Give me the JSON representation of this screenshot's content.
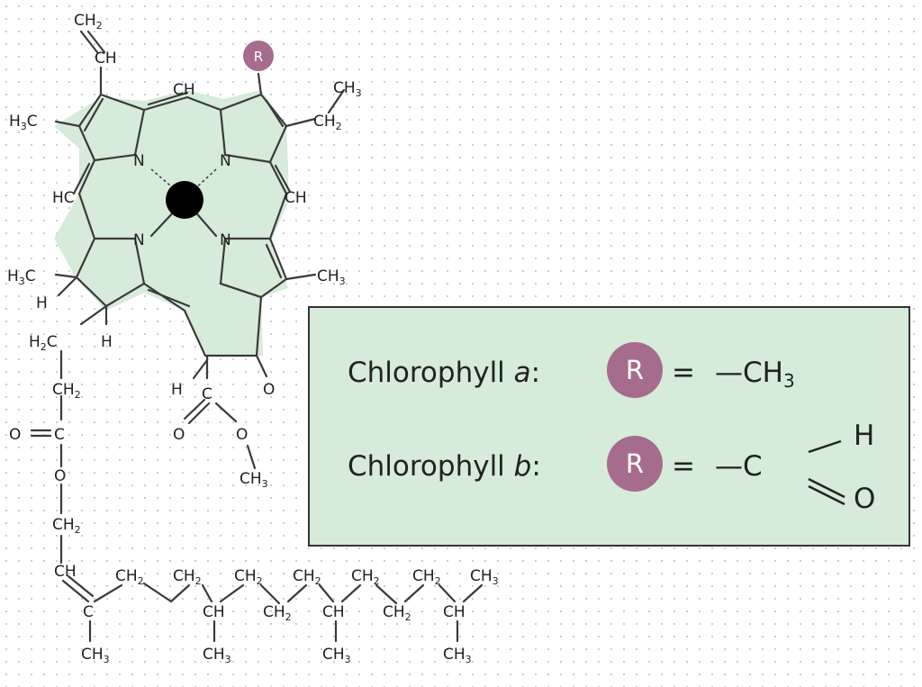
{
  "structure": {
    "vinyl_top": "CH",
    "vinyl_ch2": "CH",
    "r_group": "R",
    "methine_top": "CH",
    "methine_left": "HC",
    "methine_right": "CH",
    "ethyl_ch3": "CH",
    "ethyl_ch2": "CH",
    "methyl_left": "H",
    "methyl_left2": "H",
    "methyl_right": "CH",
    "nitrogen": "N",
    "h_label": "H",
    "o_label": "O",
    "c_label": "C",
    "sub2": "2",
    "sub3": "3",
    "ch_label": "CH",
    "ch2_label": "CH",
    "ch3_label": "CH"
  },
  "legend": {
    "row_a_label": "Chlorophyll ",
    "row_a_letter": "a",
    "row_b_label": "Chlorophyll ",
    "row_b_letter": "b",
    "colon": ":",
    "r": "R",
    "equals": "=",
    "a_group": "—CH",
    "a_sub": "3",
    "b_group": "—C",
    "b_h": "H",
    "b_o": "O"
  },
  "colors": {
    "ring_fill": "#d6ebda",
    "r_circle": "#a66c8e",
    "magnesium": "#000000"
  }
}
